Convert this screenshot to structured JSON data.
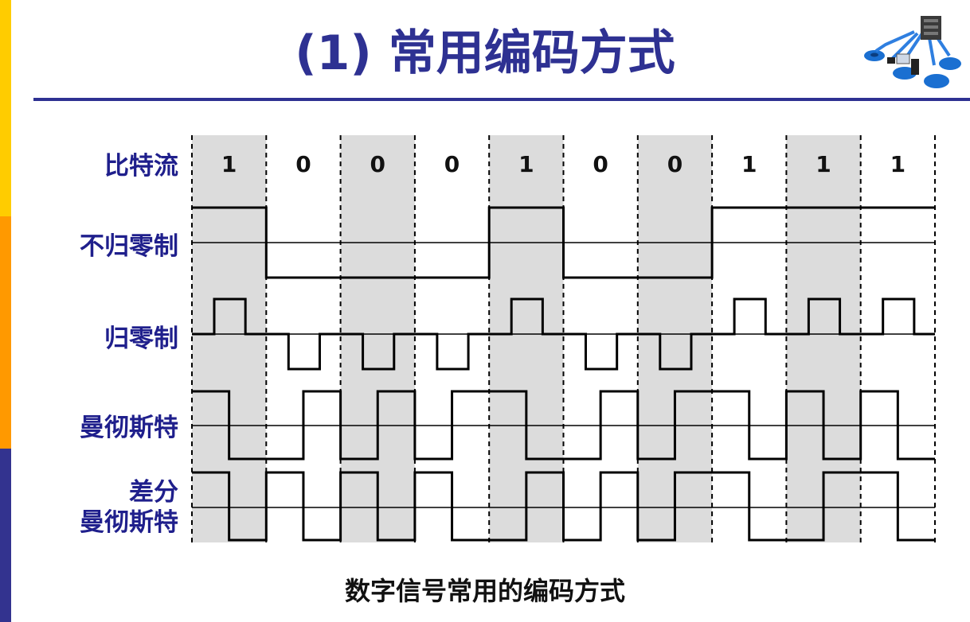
{
  "slide": {
    "title": "(1) 常用编码方式",
    "caption": "数字信号常用的编码方式",
    "accent_color": "#2e3192",
    "left_bar_colors": [
      "#ffcc00",
      "#ff9900",
      "#33338f"
    ]
  },
  "diagram": {
    "rows": [
      {
        "id": "bitstream",
        "label_lines": [
          "比特流"
        ]
      },
      {
        "id": "nrz",
        "label_lines": [
          "不归零制"
        ]
      },
      {
        "id": "rz",
        "label_lines": [
          "归零制"
        ]
      },
      {
        "id": "manchester",
        "label_lines": [
          "曼彻斯特"
        ]
      },
      {
        "id": "diff_manchester",
        "label_lines": [
          "差分",
          "曼彻斯特"
        ]
      }
    ],
    "bits": [
      "1",
      "0",
      "0",
      "0",
      "1",
      "0",
      "0",
      "1",
      "1",
      "1"
    ],
    "shaded_columns": [
      0,
      2,
      4,
      6,
      8
    ],
    "shade_color": "#dcdcdc",
    "logo_icon": "network-icon"
  }
}
